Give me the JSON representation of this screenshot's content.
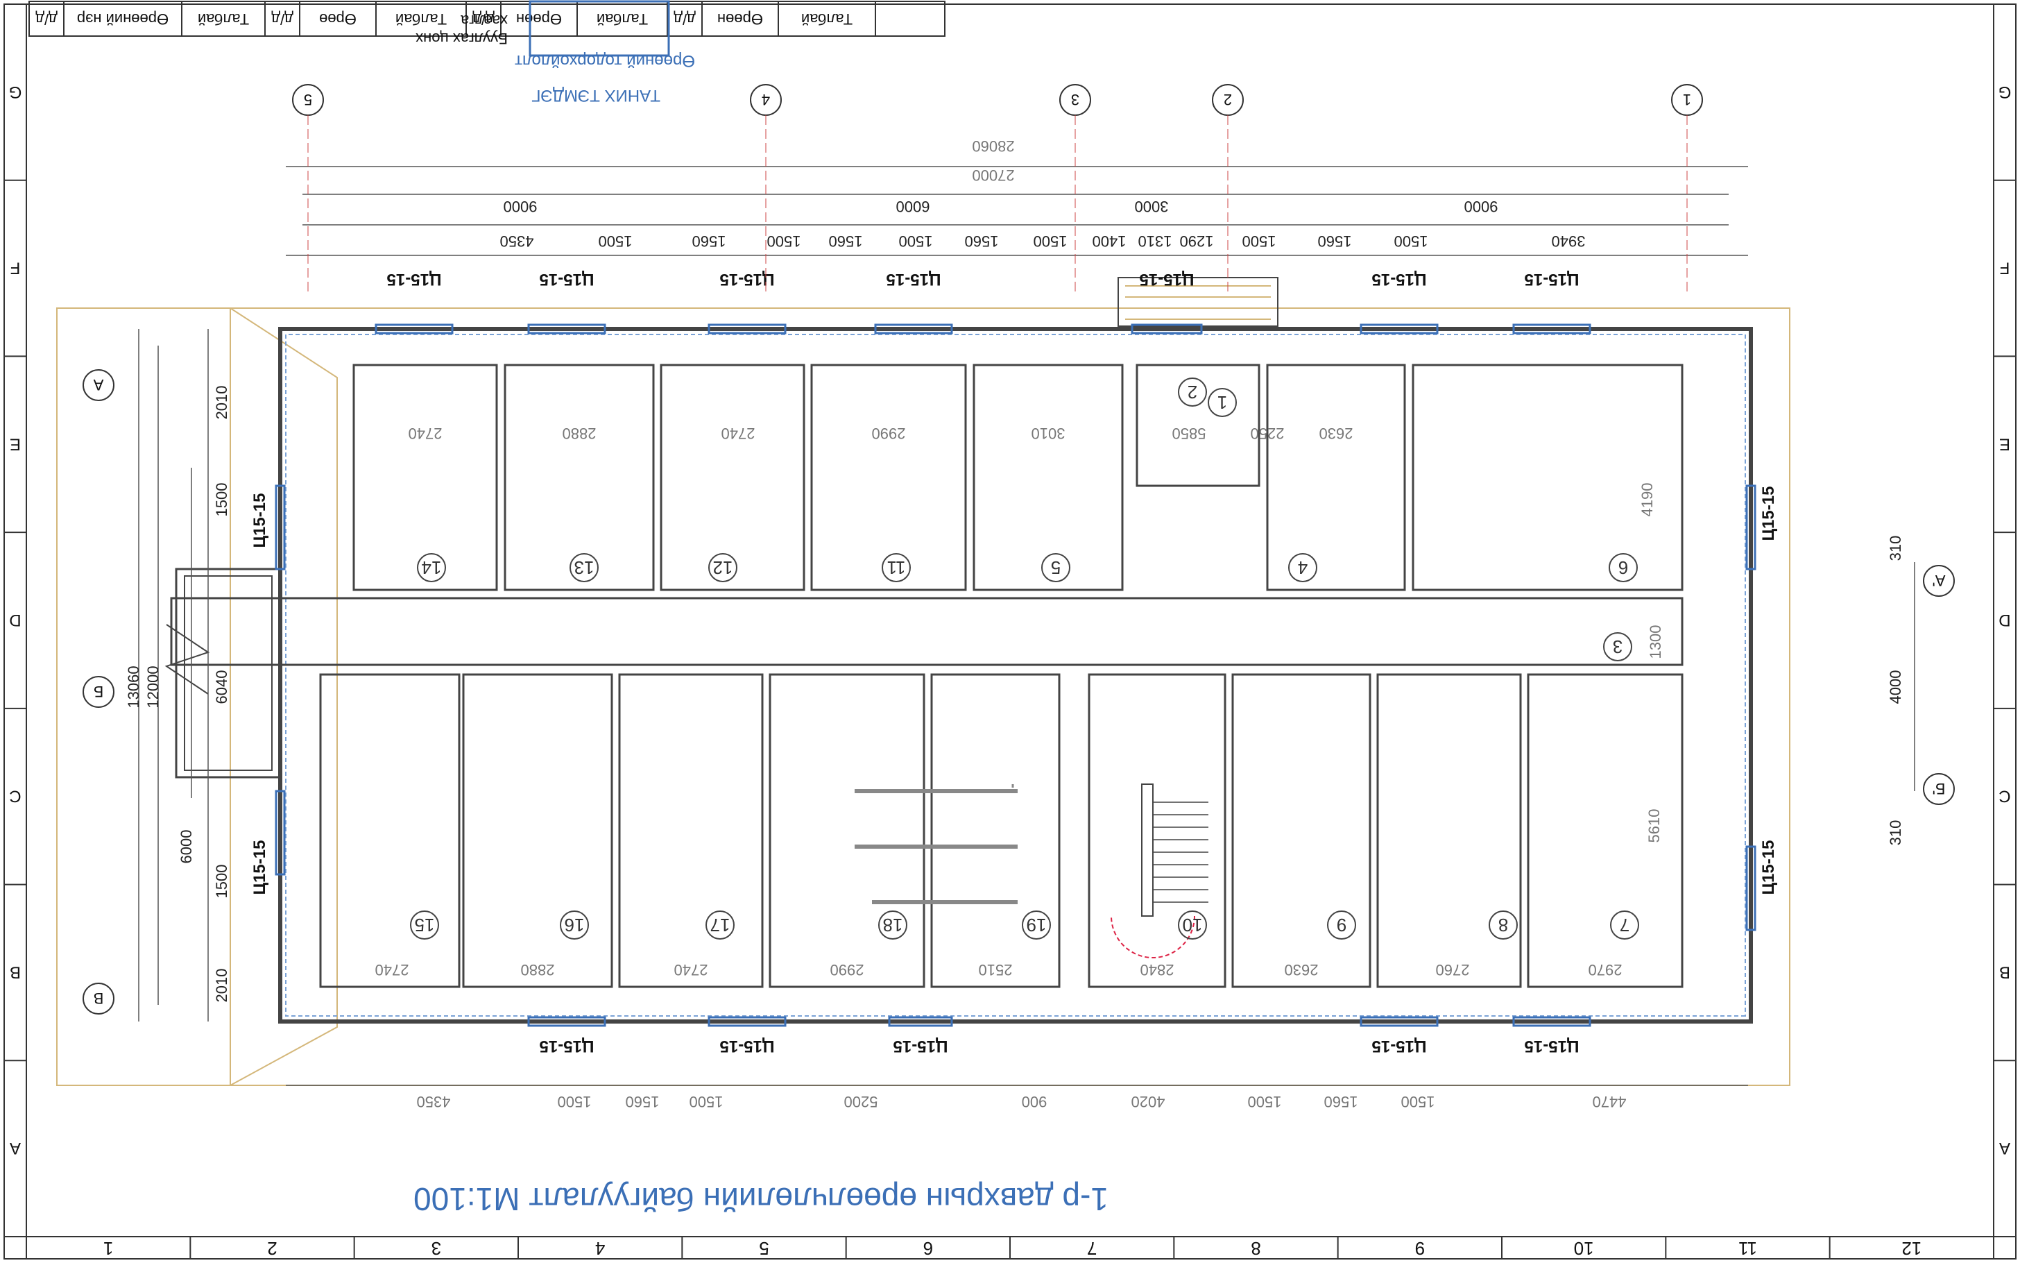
{
  "title": "1-р давхрын өрөөлчлөлийн байгуулалт М1:100",
  "legend": {
    "label_line1": "Буулгах цонх",
    "label_line2": "хаалга",
    "note": "ТАНИХ ТЭМДЭГ"
  },
  "schedule": {
    "title": "Өрөөний тодорхойлолт",
    "headers": [
      "д/д",
      "Өрөөний нэр",
      "Талбай",
      "д/д",
      "Өрөө",
      "Талбай",
      "д/д",
      "Өрөөн",
      "Талбай",
      "д/д",
      "Өрөөн",
      "Талбай"
    ]
  },
  "frame": {
    "columns": [
      "1",
      "2",
      "3",
      "4",
      "5",
      "6",
      "7",
      "8",
      "9",
      "10",
      "11",
      "12"
    ],
    "rows": [
      "G",
      "F",
      "E",
      "D",
      "C",
      "B",
      "A"
    ]
  },
  "axes": {
    "vertical": [
      "1",
      "2",
      "3",
      "4",
      "5"
    ],
    "horizontal": [
      "A",
      "Б",
      "В"
    ],
    "extra": [
      "А'",
      "Б'"
    ]
  },
  "dimensions": {
    "overall": [
      "28060",
      "27000"
    ],
    "bays": [
      "9000",
      "3000",
      "6000",
      "9000"
    ],
    "top_segments": [
      "3940",
      "1500",
      "1560",
      "1500",
      "1290",
      "1310",
      "1400",
      "1500",
      "1560",
      "1500",
      "1560",
      "1500",
      "1560",
      "1500",
      "4350"
    ],
    "bottom_segments": [
      "4470",
      "1500",
      "1560",
      "1500",
      "4020",
      "900",
      "5200",
      "1500",
      "1560",
      "1500",
      "4350"
    ],
    "left": [
      "2010",
      "1500",
      "6040",
      "1500",
      "2010",
      "12000",
      "6000",
      "13060"
    ],
    "right": [
      "310",
      "4000",
      "310"
    ]
  },
  "rooms": {
    "top": [
      {
        "num": "6",
        "width": "5850",
        "depth": "4190"
      },
      {
        "num": "4",
        "width": "2630"
      },
      {
        "num": "2",
        "width": "2250"
      },
      {
        "num": "5",
        "width": "3010"
      },
      {
        "num": "11",
        "width": "2990"
      },
      {
        "num": "12",
        "width": "2740"
      },
      {
        "num": "13",
        "width": "2880"
      },
      {
        "num": "14",
        "width": "2740"
      }
    ],
    "corridor": {
      "num": "3",
      "width": "1300"
    },
    "entry": {
      "num": "1"
    },
    "bottom": [
      {
        "num": "7",
        "width": "2970",
        "depth": "5610"
      },
      {
        "num": "8",
        "width": "2760"
      },
      {
        "num": "9",
        "width": "2630"
      },
      {
        "num": "10",
        "width": "2840"
      },
      {
        "num": "19",
        "width": "2510"
      },
      {
        "num": "18",
        "width": "2990"
      },
      {
        "num": "17",
        "width": "2740"
      },
      {
        "num": "16",
        "width": "2880"
      },
      {
        "num": "15",
        "width": "2740"
      }
    ]
  },
  "window_label": "Ц15-15"
}
